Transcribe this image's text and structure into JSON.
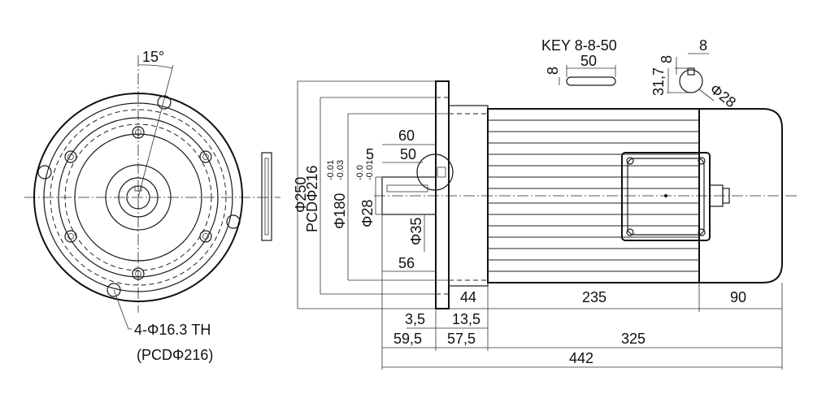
{
  "front_view": {
    "angle_label": "15°",
    "holes_label": "4-Φ16.3 TH",
    "holes_pcd_label": "(PCDΦ216)"
  },
  "key": {
    "title": "KEY 8-8-50",
    "length": "50",
    "height": "8"
  },
  "shaft_section": {
    "key_width": "8",
    "key_depth": "8",
    "key_height": "31,7",
    "shaft_dia": "Φ28"
  },
  "side_view": {
    "flange_dia": "Φ250",
    "pcd": "PCDΦ216",
    "spigot_dia": "Φ180",
    "spigot_tol_upper": "-0.01",
    "spigot_tol_lower": "-0.03",
    "shaft_dia": "Φ28",
    "shaft_tol_upper": "-0.0",
    "shaft_tol_lower": "-0.01",
    "boss_dia": "Φ35",
    "dim_60": "60",
    "dim_5": "5",
    "dim_50": "50",
    "dim_56": "56",
    "dim_44": "44",
    "dim_235": "235",
    "dim_90": "90",
    "dim_3_5": "3,5",
    "dim_13_5": "13,5",
    "dim_59_5": "59,5",
    "dim_57_5": "57,5",
    "dim_325": "325",
    "dim_442": "442"
  }
}
